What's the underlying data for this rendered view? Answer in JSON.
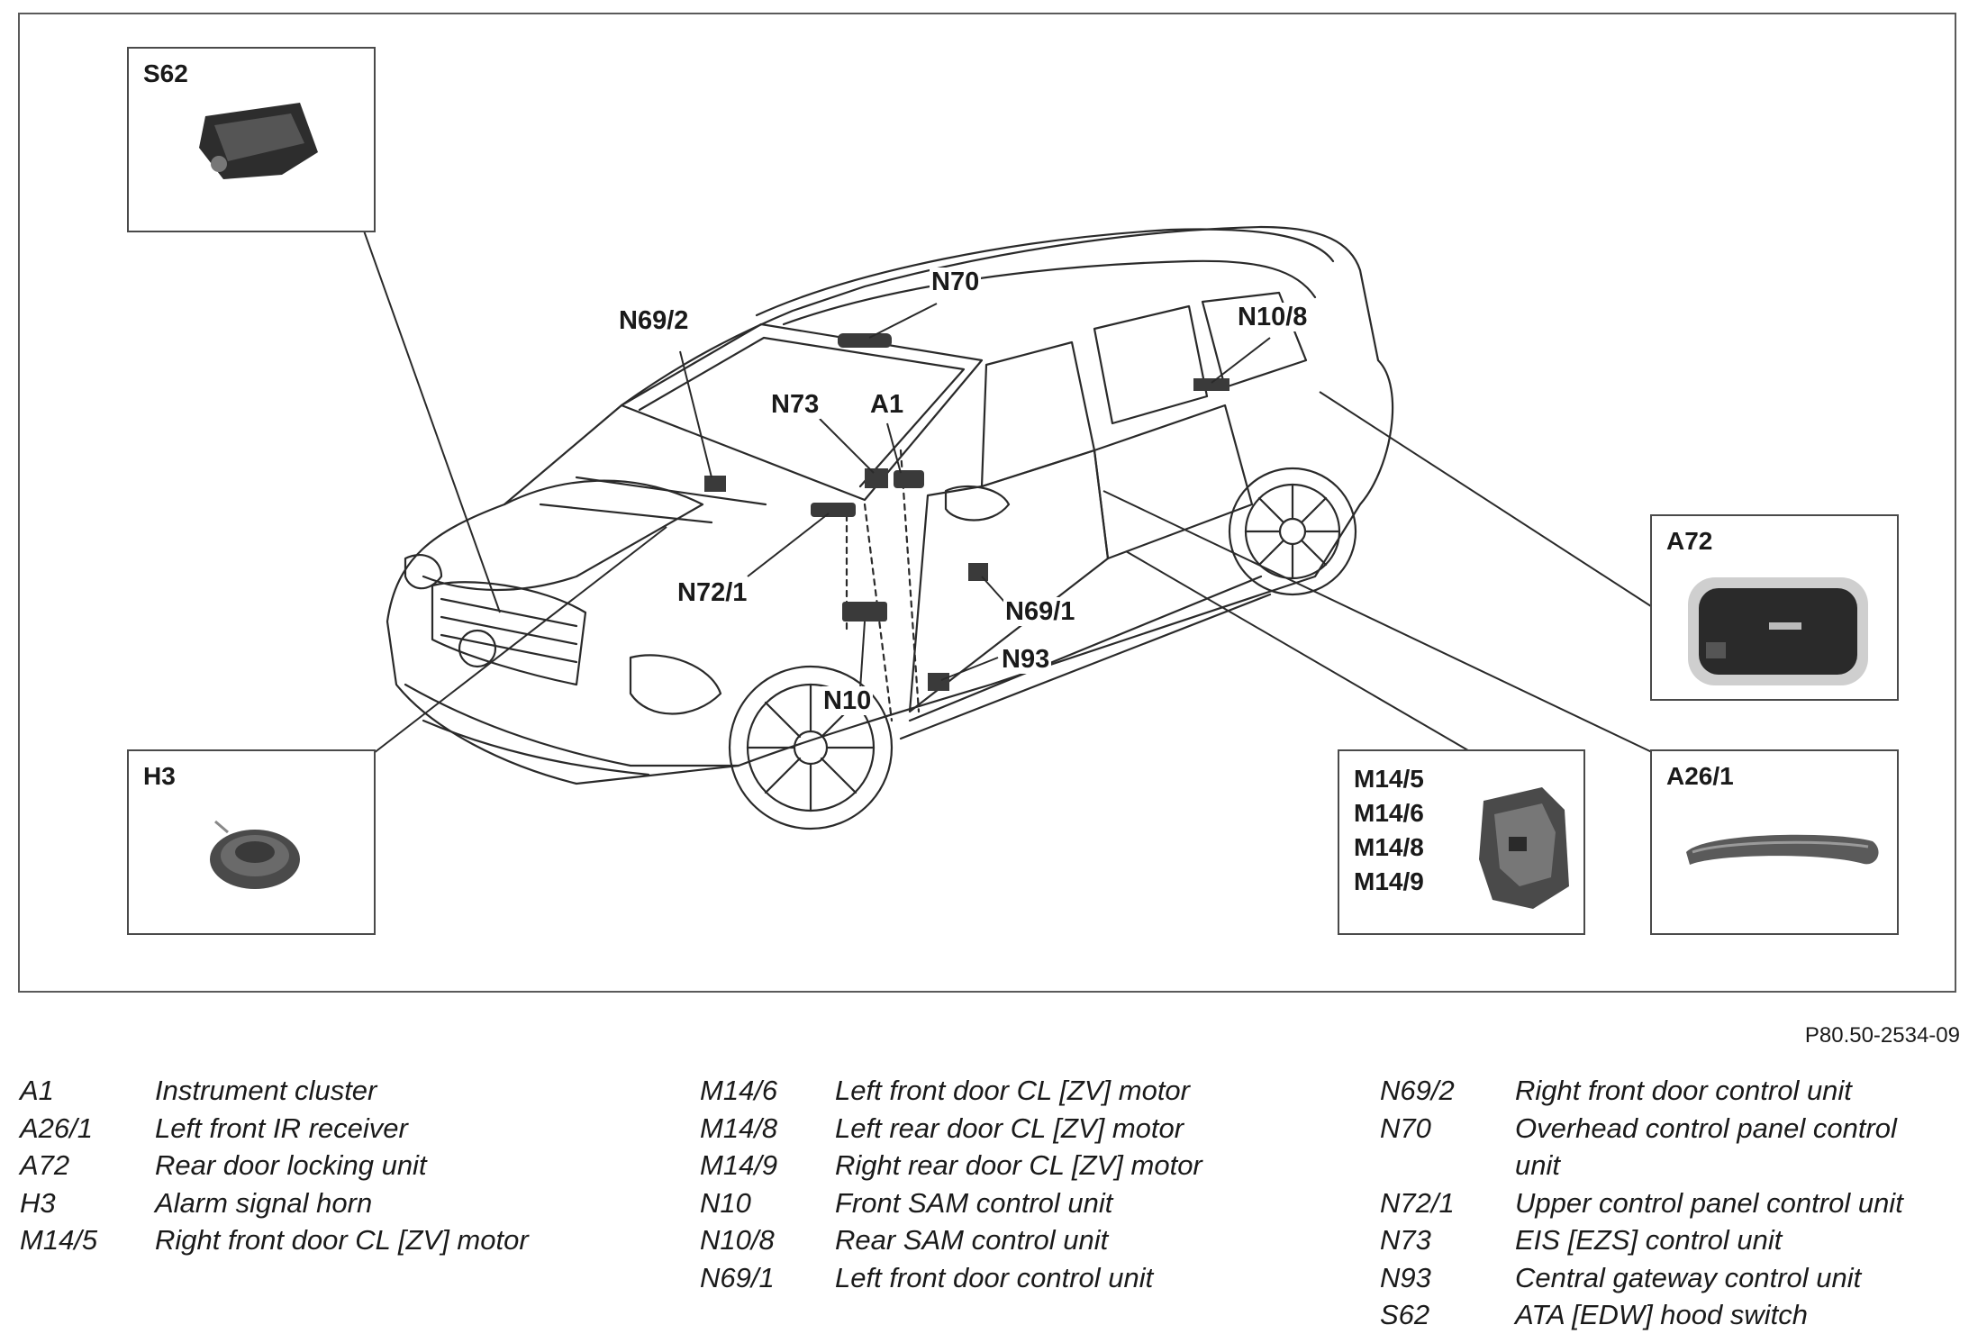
{
  "figure_ref": "P80.50-2534-09",
  "callouts": {
    "s62": "S62",
    "h3": "H3",
    "a72": "A72",
    "a26_1": "A26/1",
    "m14": [
      "M14/5",
      "M14/6",
      "M14/8",
      "M14/9"
    ]
  },
  "labels": {
    "n70": "N70",
    "n69_2": "N69/2",
    "n10_8": "N10/8",
    "n73": "N73",
    "a1": "A1",
    "n72_1": "N72/1",
    "n69_1": "N69/1",
    "n93": "N93",
    "n10": "N10"
  },
  "legend": {
    "col1": [
      {
        "code": "A1",
        "desc": "Instrument cluster"
      },
      {
        "code": "A26/1",
        "desc": "Left front IR receiver"
      },
      {
        "code": "A72",
        "desc": "Rear door locking unit"
      },
      {
        "code": "H3",
        "desc": "Alarm signal horn"
      },
      {
        "code": "M14/5",
        "desc": "Right front door CL [ZV] motor"
      }
    ],
    "col2": [
      {
        "code": "M14/6",
        "desc": "Left front door CL [ZV] motor"
      },
      {
        "code": "M14/8",
        "desc": "Left rear door CL [ZV] motor"
      },
      {
        "code": "M14/9",
        "desc": "Right rear door CL [ZV] motor"
      },
      {
        "code": "N10",
        "desc": "Front SAM control unit"
      },
      {
        "code": "N10/8",
        "desc": "Rear SAM control unit"
      },
      {
        "code": "N69/1",
        "desc": "Left front door control unit"
      }
    ],
    "col3": [
      {
        "code": "N69/2",
        "desc": "Right front door control unit"
      },
      {
        "code": "N70",
        "desc": "Overhead control panel control unit"
      },
      {
        "code": "N72/1",
        "desc": "Upper control panel control unit"
      },
      {
        "code": "N73",
        "desc": "EIS [EZS] control unit"
      },
      {
        "code": "N93",
        "desc": "Central gateway control unit"
      },
      {
        "code": "S62",
        "desc": "ATA [EDW] hood switch"
      }
    ]
  }
}
